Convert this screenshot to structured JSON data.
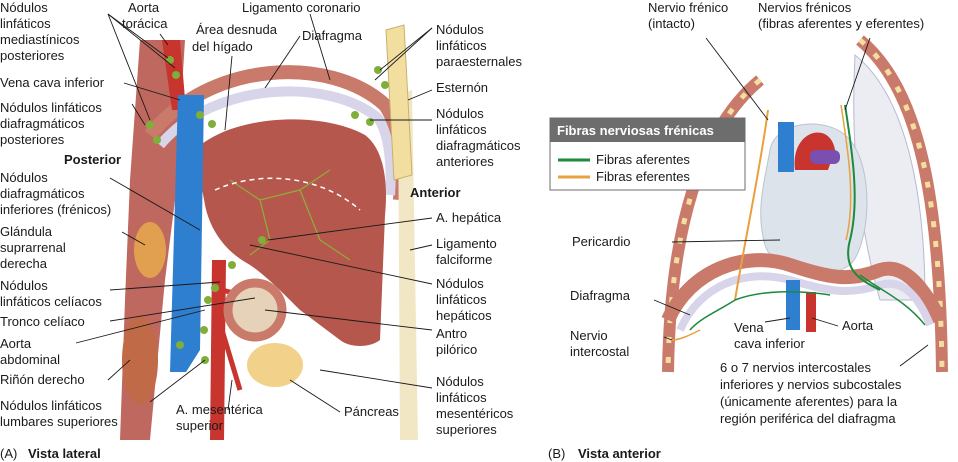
{
  "panel_a": {
    "caption_letter": "(A)",
    "caption_title": "Vista lateral",
    "labels": {
      "nodulos_mediastinicos": [
        "Nódulos",
        "linfáticos",
        "mediastínicos",
        "posteriores"
      ],
      "aorta_toracica": [
        "Aorta",
        "torácica"
      ],
      "area_desnuda": [
        "Área desnuda",
        "del hígado"
      ],
      "ligamento_coronario": "Ligamento coronario",
      "diafragma": "Diafragma",
      "nodulos_paraesternales": [
        "Nódulos",
        "linfáticos",
        "paraesternales"
      ],
      "esternon": "Esternón",
      "vena_cava": "Vena cava inferior",
      "nodulos_diafrag_post": [
        "Nódulos linfáticos",
        "diafragmáticos",
        "posteriores"
      ],
      "nodulos_diafrag_ant": [
        "Nódulos",
        "linfáticos",
        "diafragmáticos",
        "anteriores"
      ],
      "posterior": "Posterior",
      "anterior": "Anterior",
      "nodulos_diafrag_inf": [
        "Nódulos",
        "diafragmáticos",
        "inferiores (frénicos)"
      ],
      "a_hepatica": "A. hepática",
      "glandula_suprarrenal": [
        "Glándula",
        "suprarrenal",
        "derecha"
      ],
      "ligamento_falciforme": [
        "Ligamento",
        "falciforme"
      ],
      "nodulos_celiacos": [
        "Nódulos",
        "linfáticos celíacos"
      ],
      "nodulos_hepaticos": [
        "Nódulos",
        "linfáticos",
        "hepáticos"
      ],
      "tronco_celiaco": "Tronco celíaco",
      "antro_pilorico": [
        "Antro",
        "pilórico"
      ],
      "aorta_abdominal": [
        "Aorta",
        "abdominal"
      ],
      "rinon_derecho": "Riñón derecho",
      "nodulos_lumbares": [
        "Nódulos linfáticos",
        "lumbares superiores"
      ],
      "a_mesenterica": [
        "A. mesentérica",
        "superior"
      ],
      "pancreas": "Páncreas",
      "nodulos_mesentericos": [
        "Nódulos",
        "linfáticos",
        "mesentéricos",
        "superiores"
      ]
    }
  },
  "panel_b": {
    "caption_letter": "(B)",
    "caption_title": "Vista anterior",
    "legend": {
      "title": "Fibras nerviosas frénicas",
      "items": [
        {
          "label": "Fibras aferentes",
          "color": "#1e8a3e"
        },
        {
          "label": "Fibras eferentes",
          "color": "#e8a040"
        }
      ]
    },
    "labels": {
      "nervio_frenico": [
        "Nervio frénico",
        "(intacto)"
      ],
      "nervios_frenicos": [
        "Nervios frénicos",
        "(fibras aferentes y eferentes)"
      ],
      "pericardio": "Pericardio",
      "diafragma": "Diafragma",
      "nervio_intercostal": [
        "Nervio",
        "intercostal"
      ],
      "vena_cava": [
        "Vena",
        "cava inferior"
      ],
      "aorta": "Aorta",
      "nervios_intercostales": [
        "6 o 7 nervios intercostales",
        "inferiores y nervios subcostales",
        "(únicamente aferentes) para la",
        "región periférica del diafragma"
      ]
    }
  },
  "colors": {
    "liver": "#b5574d",
    "vessel_blue": "#2f7fd0",
    "artery_red": "#c8352e",
    "lymph_green": "#7fae3a",
    "diaphragm": "#c97a6a",
    "pleura": "#d8d4ea",
    "sternum": "#f2dfa0",
    "legend_bg": "#6d6d6d"
  }
}
